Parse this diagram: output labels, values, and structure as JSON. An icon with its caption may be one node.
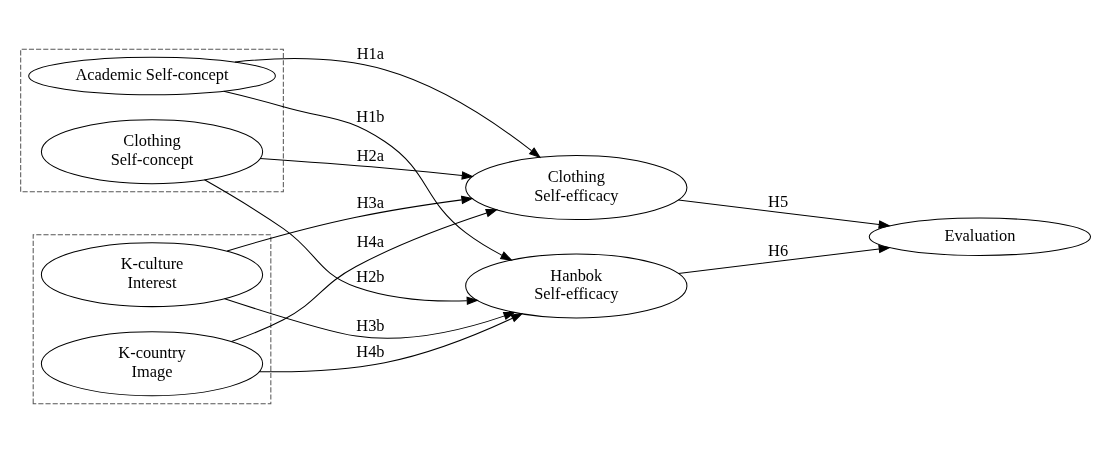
{
  "diagram": {
    "nodes": [
      {
        "text": [],
        "shape": "box"
      },
      {
        "text": [
          "Academic Self-concept"
        ],
        "in": 0
      },
      {
        "text": [
          "Clothing Self-concept"
        ],
        "in": 0
      },
      {
        "text": [],
        "shape": "box"
      },
      {
        "text": [
          "K-culture Interest"
        ],
        "in": 3
      },
      {
        "text": [
          "K-country Image"
        ],
        "in": 3
      },
      {
        "text": [
          "Clothing Self-efficacy"
        ]
      },
      {
        "text": [
          "Hanbok Self-efficacy"
        ]
      },
      {
        "text": [
          "Evaluation"
        ]
      }
    ],
    "edges": [
      {
        "from": 1,
        "to": 6,
        "arrow": "to",
        "label": "H1a"
      },
      {
        "from": 1,
        "to": 7,
        "arrow": "to",
        "label": "H1b"
      },
      {
        "from": 2,
        "to": 6,
        "arrow": "to",
        "label": "H2a"
      },
      {
        "from": 2,
        "to": 7,
        "arrow": "to",
        "label": "H2b"
      },
      {
        "from": 4,
        "to": 6,
        "arrow": "to",
        "label": "H3a"
      },
      {
        "from": 4,
        "to": 7,
        "arrow": "to",
        "label": "H3b"
      },
      {
        "from": 5,
        "to": 6,
        "arrow": "to",
        "label": "H4a"
      },
      {
        "from": 5,
        "to": 7,
        "arrow": "to",
        "label": "H4b"
      },
      {
        "from": 6,
        "to": 8,
        "arrow": "to",
        "label": "H5"
      },
      {
        "from": 7,
        "to": 8,
        "arrow": "to",
        "label": "H6"
      }
    ]
  }
}
